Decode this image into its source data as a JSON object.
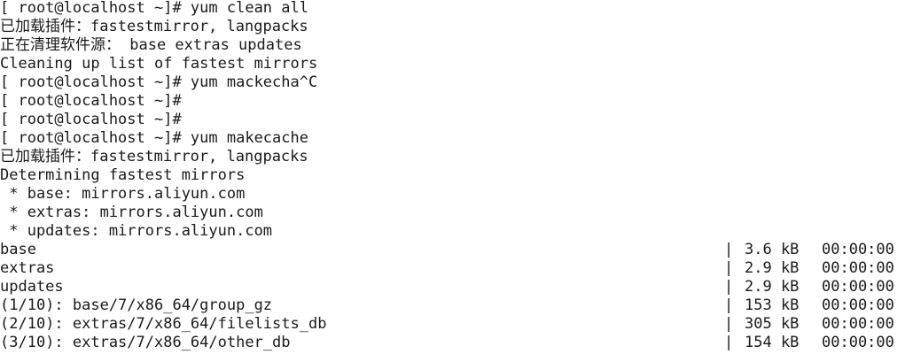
{
  "terminal": {
    "lines": [
      "[ root@localhost ~]# yum clean all",
      "已加载插件：fastestmirror, langpacks",
      "正在清理软件源： base extras updates",
      "Cleaning up list of fastest mirrors",
      "[ root@localhost ~]# yum mackecha^C",
      "[ root@localhost ~]#",
      "[ root@localhost ~]#",
      "[ root@localhost ~]# yum makecache",
      "已加载插件：fastestmirror, langpacks",
      "Determining fastest mirrors",
      " * base: mirrors.aliyun.com",
      " * extras: mirrors.aliyun.com",
      " * updates: mirrors.aliyun.com"
    ],
    "table_rows": [
      {
        "name": "base",
        "bar": "|",
        "size": "3.6 kB",
        "time": "00:00:00"
      },
      {
        "name": "extras",
        "bar": "|",
        "size": "2.9 kB",
        "time": "00:00:00"
      },
      {
        "name": "updates",
        "bar": "|",
        "size": "2.9 kB",
        "time": "00:00:00"
      },
      {
        "name": "(1/10): base/7/x86_64/group_gz",
        "bar": "|",
        "size": "153 kB",
        "time": "00:00:00"
      },
      {
        "name": "(2/10): extras/7/x86_64/filelists_db",
        "bar": "|",
        "size": "305 kB",
        "time": "00:00:00"
      },
      {
        "name": "(3/10): extras/7/x86_64/other_db",
        "bar": "|",
        "size": "154 kB",
        "time": "00:00:00"
      }
    ]
  }
}
